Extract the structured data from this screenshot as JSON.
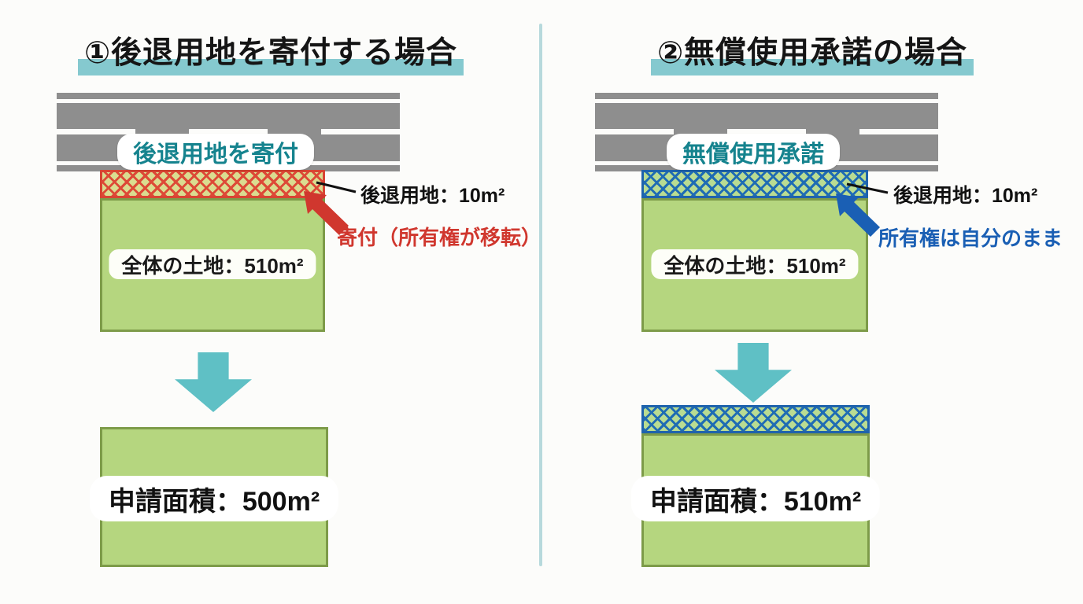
{
  "meta": {
    "type": "infographic-diagram",
    "language": "ja"
  },
  "colors": {
    "title_highlight_teal": "#85c9cf",
    "divider_teal": "#b7d9dc",
    "road_gray": "#8e8e8e",
    "road_label_teal": "#15838e",
    "parcel_green": "#b5d67f",
    "parcel_border_green": "#7d9b49",
    "setback_hatch_red": "#d84433",
    "setback_hatch_blue": "#1f63ac",
    "flow_arrow_teal": "#5fc0c5",
    "annotation_red": "#d0372e",
    "annotation_blue": "#1a5fb4"
  },
  "left": {
    "title": "①後退用地を寄付する場合",
    "road_label": "後退用地を寄付",
    "setback_note": "後退用地：10m²",
    "action_note": "寄付（所有権が移転）",
    "total_area": "全体の土地：510m²",
    "result_area": "申請面積：500m²"
  },
  "right": {
    "title": "②無償使用承諾の場合",
    "road_label": "無償使用承諾",
    "setback_note": "後退用地：10m²",
    "action_note": "所有権は自分のまま",
    "total_area": "全体の土地：510m²",
    "result_area": "申請面積：510m²"
  }
}
